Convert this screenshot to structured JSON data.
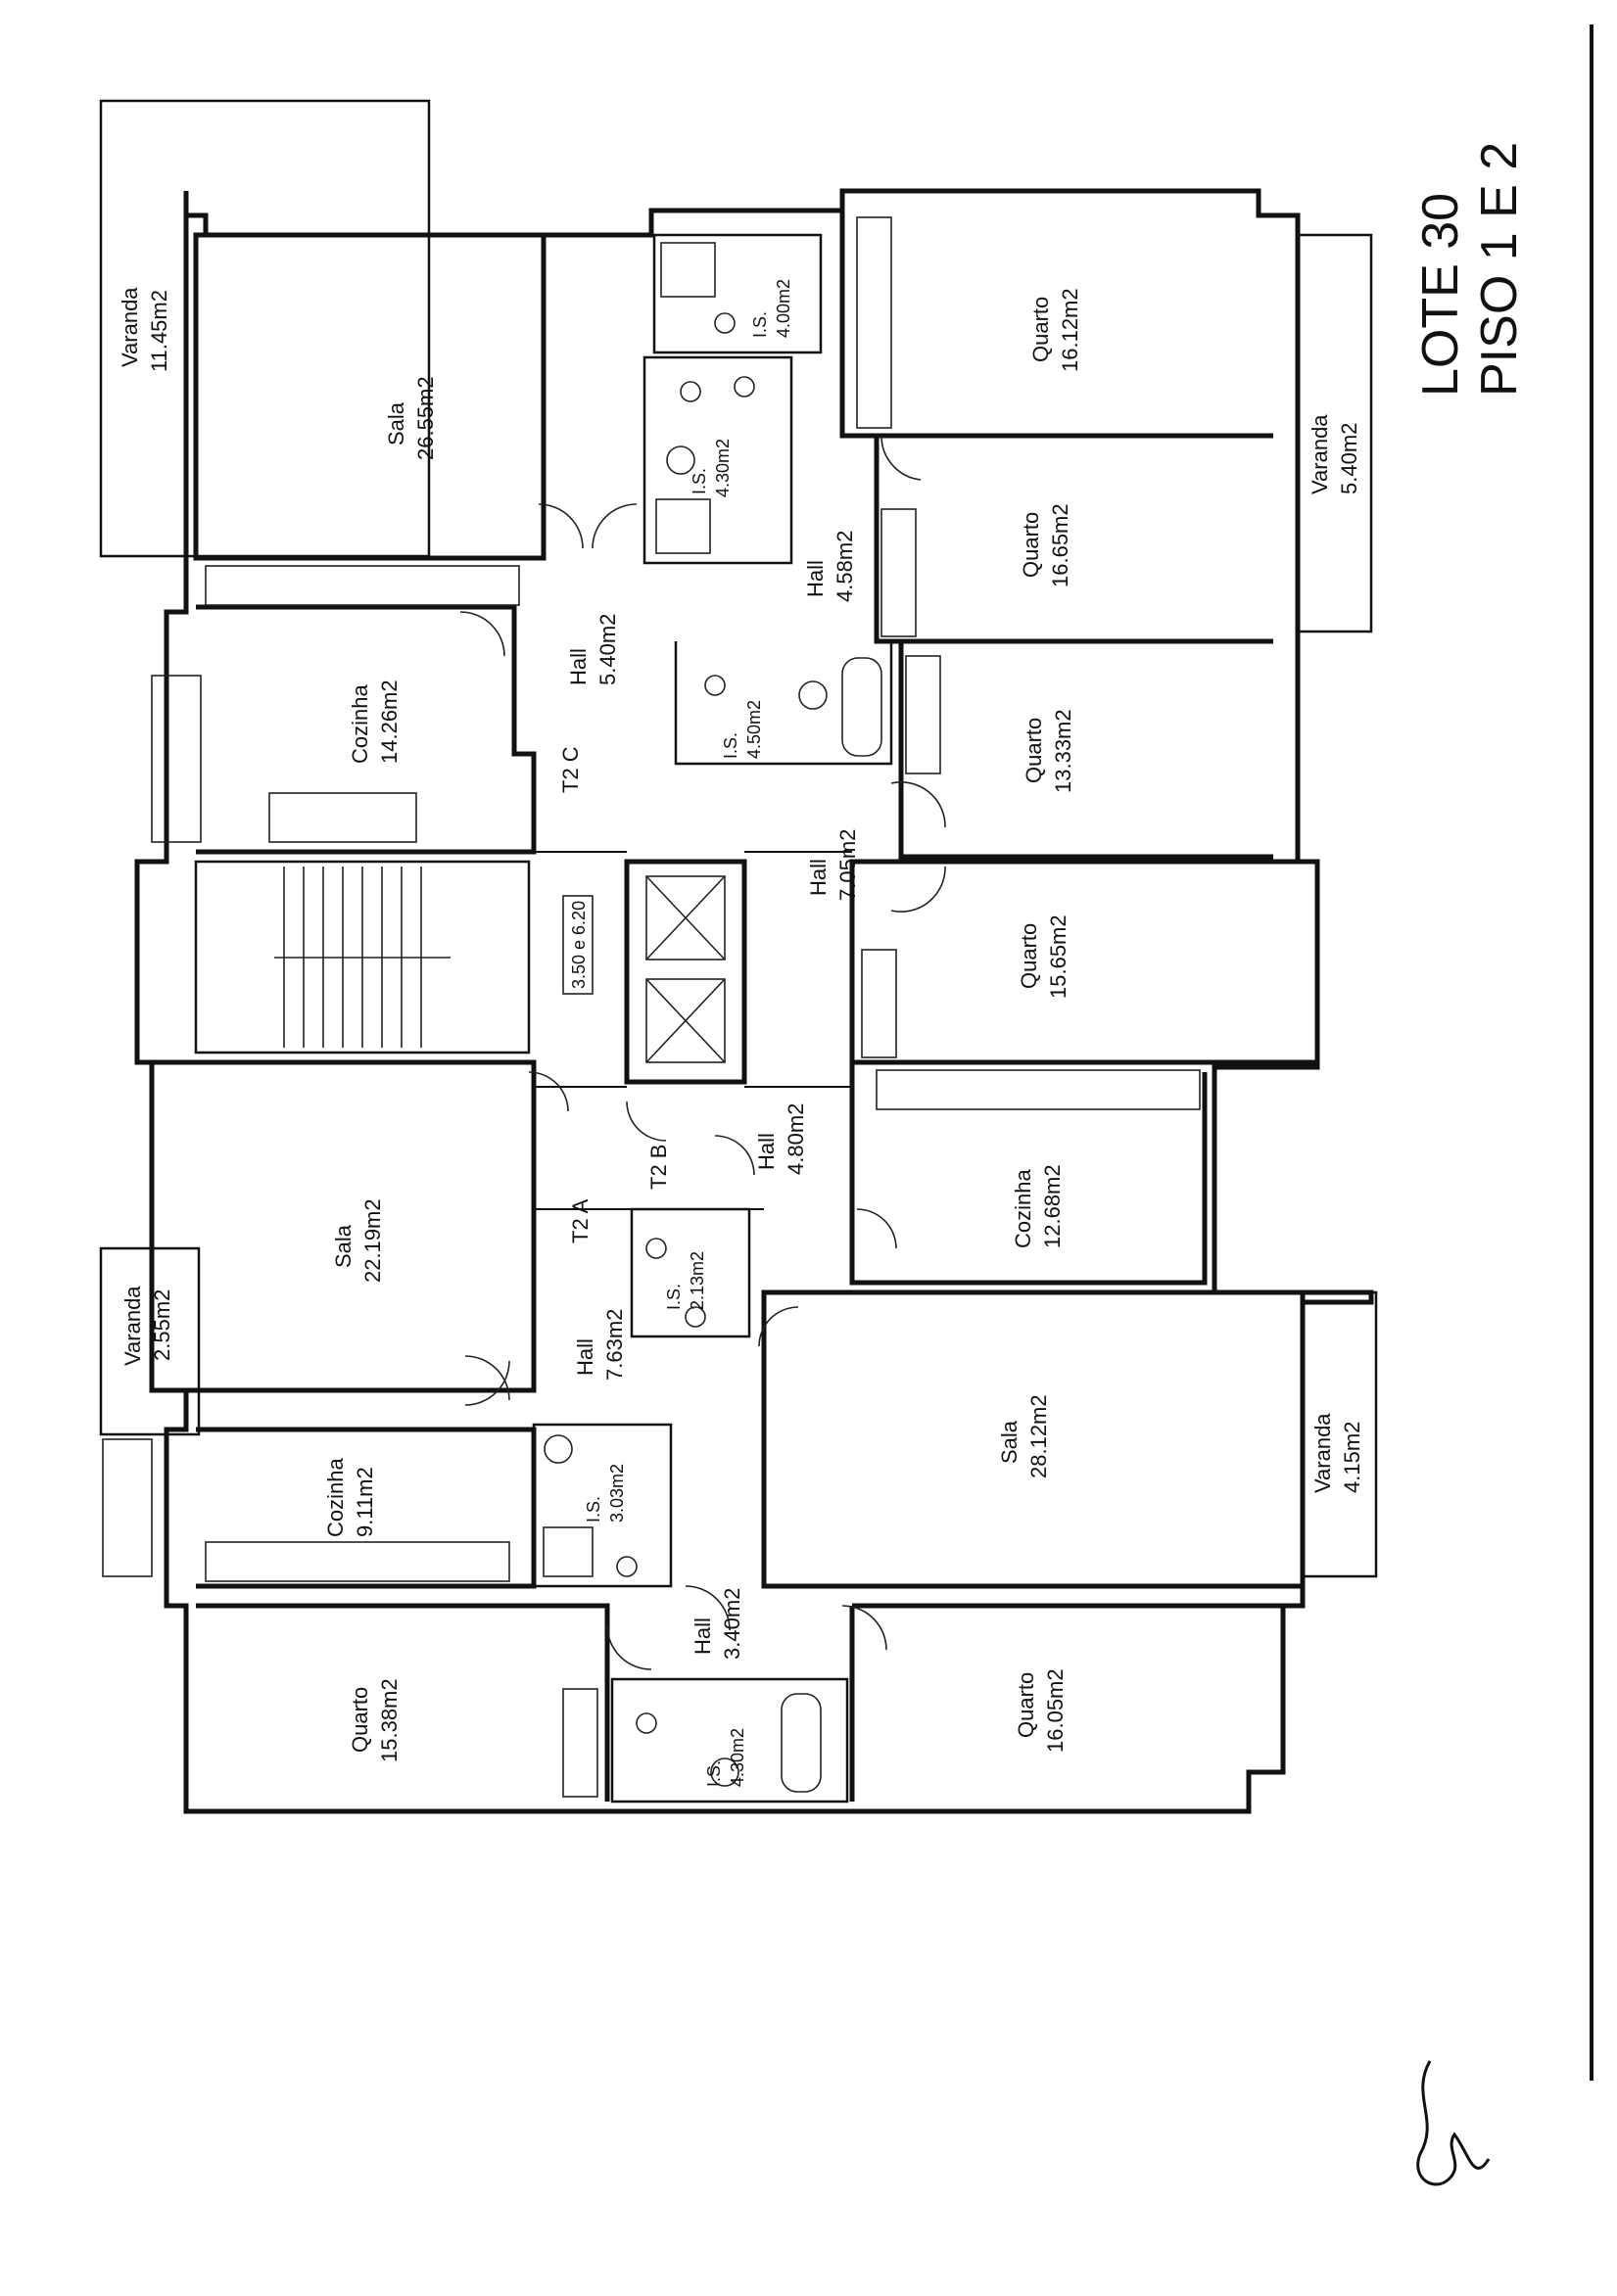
{
  "title": {
    "line1": "LOTE 30",
    "line2": "PISO 1 E 2"
  },
  "rooms": [
    {
      "id": "varanda-1",
      "name": "Varanda",
      "area": "11.45m2"
    },
    {
      "id": "sala-1",
      "name": "Sala",
      "area": "26.55m2"
    },
    {
      "id": "is-1",
      "name": "I.S.",
      "area": "4.00m2"
    },
    {
      "id": "is-2",
      "name": "I.S.",
      "area": "4.30m2"
    },
    {
      "id": "quarto-1",
      "name": "Quarto",
      "area": "16.12m2"
    },
    {
      "id": "varanda-2",
      "name": "Varanda",
      "area": "5.40m2"
    },
    {
      "id": "quarto-2",
      "name": "Quarto",
      "area": "16.65m2"
    },
    {
      "id": "hall-1",
      "name": "Hall",
      "area": "4.58m2"
    },
    {
      "id": "hall-2",
      "name": "Hall",
      "area": "5.40m2"
    },
    {
      "id": "cozinha-1",
      "name": "Cozinha",
      "area": "14.26m2"
    },
    {
      "id": "is-3",
      "name": "I.S.",
      "area": "4.50m2"
    },
    {
      "id": "quarto-3",
      "name": "Quarto",
      "area": "13.33m2"
    },
    {
      "id": "hall-3",
      "name": "Hall",
      "area": "7.05m2"
    },
    {
      "id": "quarto-4",
      "name": "Quarto",
      "area": "15.65m2"
    },
    {
      "id": "hall-4",
      "name": "Hall",
      "area": "4.80m2"
    },
    {
      "id": "cozinha-2",
      "name": "Cozinha",
      "area": "12.68m2"
    },
    {
      "id": "sala-2",
      "name": "Sala",
      "area": "22.19m2"
    },
    {
      "id": "varanda-3",
      "name": "Varanda",
      "area": "2.55m2"
    },
    {
      "id": "is-4",
      "name": "I.S.",
      "area": "2.13m2"
    },
    {
      "id": "hall-5",
      "name": "Hall",
      "area": "7.63m2"
    },
    {
      "id": "sala-3",
      "name": "Sala",
      "area": "28.12m2"
    },
    {
      "id": "varanda-4",
      "name": "Varanda",
      "area": "4.15m2"
    },
    {
      "id": "cozinha-3",
      "name": "Cozinha",
      "area": "9.11m2"
    },
    {
      "id": "is-5",
      "name": "I.S.",
      "area": "3.03m2"
    },
    {
      "id": "hall-6",
      "name": "Hall",
      "area": "3.40m2"
    },
    {
      "id": "quarto-5",
      "name": "Quarto",
      "area": "15.38m2"
    },
    {
      "id": "is-6",
      "name": "I.S.",
      "area": "4.30m2"
    },
    {
      "id": "quarto-6",
      "name": "Quarto",
      "area": "16.05m2"
    }
  ],
  "unit_labels": {
    "t2a": "T2 A",
    "t2b": "T2 B",
    "t2c": "T2 C"
  },
  "dimension_note": "3.50 e 6.20"
}
